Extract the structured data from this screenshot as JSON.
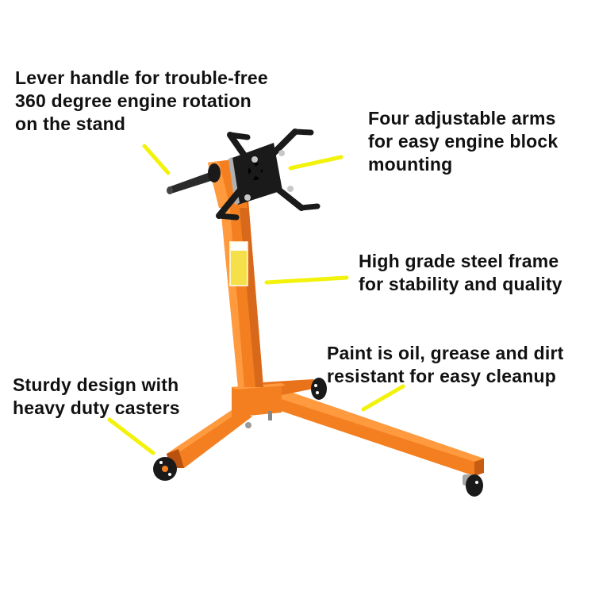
{
  "callouts": {
    "lever": {
      "lines": [
        "Lever handle for trouble-free",
        "360 degree engine rotation",
        "on the stand"
      ]
    },
    "arms": {
      "lines": [
        "Four adjustable arms",
        "for easy engine block",
        "mounting"
      ]
    },
    "frame": {
      "lines": [
        "High grade steel frame",
        "for stability and quality"
      ]
    },
    "paint": {
      "lines": [
        "Paint is oil, grease and dirt",
        "resistant for easy cleanup"
      ]
    },
    "casters": {
      "lines": [
        "Sturdy design with",
        "heavy duty casters"
      ]
    }
  },
  "colors": {
    "frame_orange": "#f47f20",
    "frame_shadow": "#d9691a",
    "frame_highlight": "#ff9a3e",
    "pointer_yellow": "#f2f20a",
    "hardware_black": "#1a1a1a",
    "text": "#111111"
  }
}
